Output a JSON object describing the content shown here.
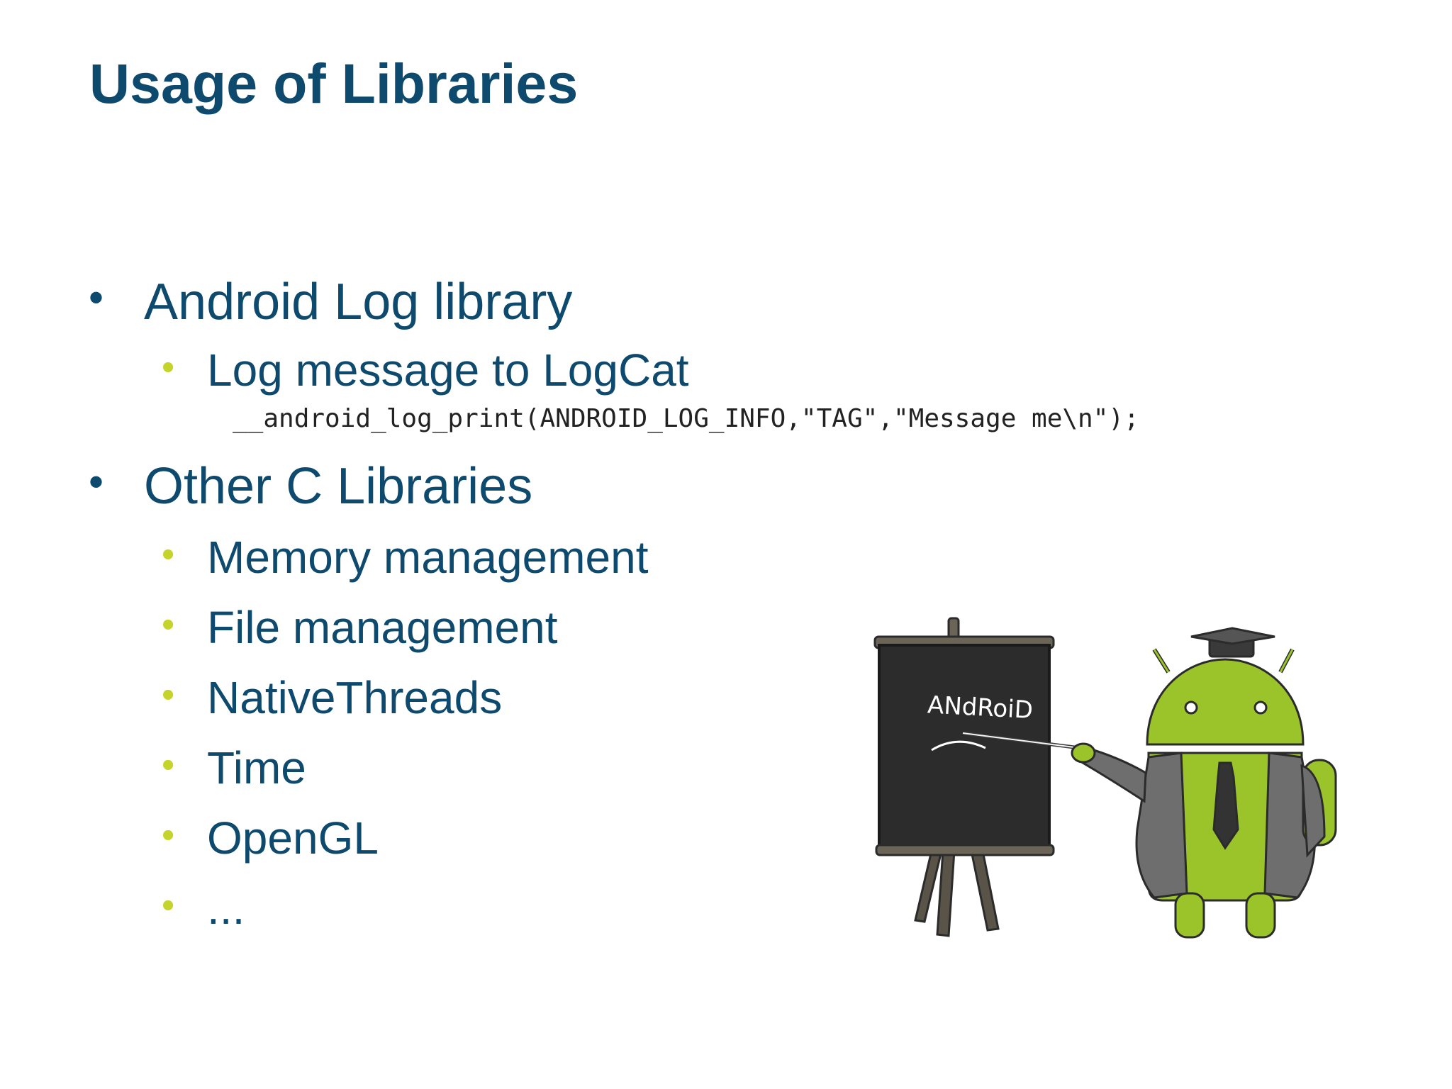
{
  "slide": {
    "title": "Usage of Libraries",
    "items": [
      {
        "label": "Android Log library"
      },
      {
        "label": "Log message to LogCat"
      },
      {
        "label": "Other C Libraries"
      },
      {
        "label": "Memory management"
      },
      {
        "label": "File management"
      },
      {
        "label": "NativeThreads"
      },
      {
        "label": "Time"
      },
      {
        "label": "OpenGL"
      },
      {
        "label": "..."
      }
    ],
    "code": "__android_log_print(ANDROID_LOG_INFO,\"TAG\",\"Message me\\n\");",
    "bullet_glyph": "•",
    "illustration": {
      "board_text": "ANdRoiD",
      "icon": "android-teacher-illustration"
    },
    "colors": {
      "title": "#0e4a6e",
      "text": "#0e4a6e",
      "sub_bullet": "#c5d42a",
      "android_green": "#9bc42b"
    }
  }
}
